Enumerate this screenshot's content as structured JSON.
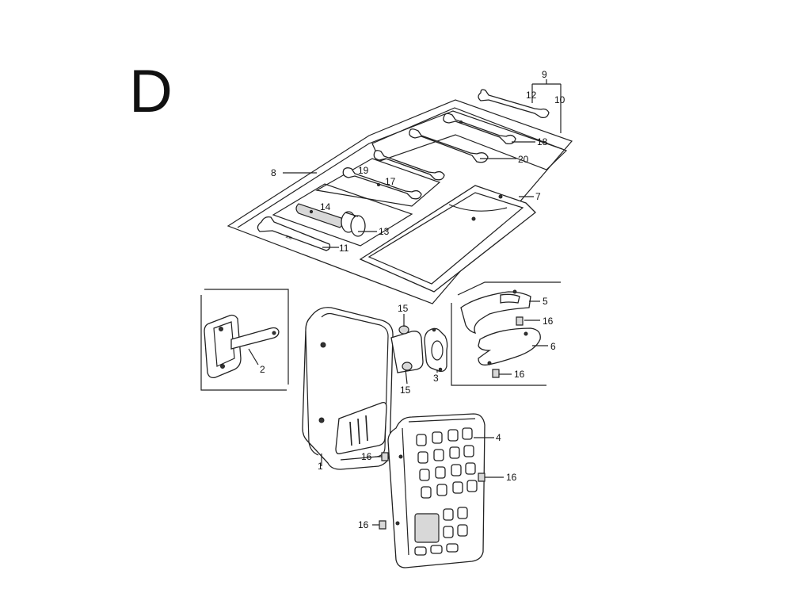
{
  "section_letter": "D",
  "callouts": {
    "c1": "1",
    "c2": "2",
    "c3": "3",
    "c4": "4",
    "c5": "5",
    "c6": "6",
    "c7": "7",
    "c8": "8",
    "c9": "9",
    "c10": "10",
    "c11": "11",
    "c12": "12",
    "c13": "13",
    "c14": "14",
    "c15a": "15",
    "c15b": "15",
    "c16a": "16",
    "c16b": "16",
    "c16c": "16",
    "c16d": "16",
    "c16e": "16",
    "c17": "17",
    "c18": "18",
    "c19": "19",
    "c20": "20"
  }
}
